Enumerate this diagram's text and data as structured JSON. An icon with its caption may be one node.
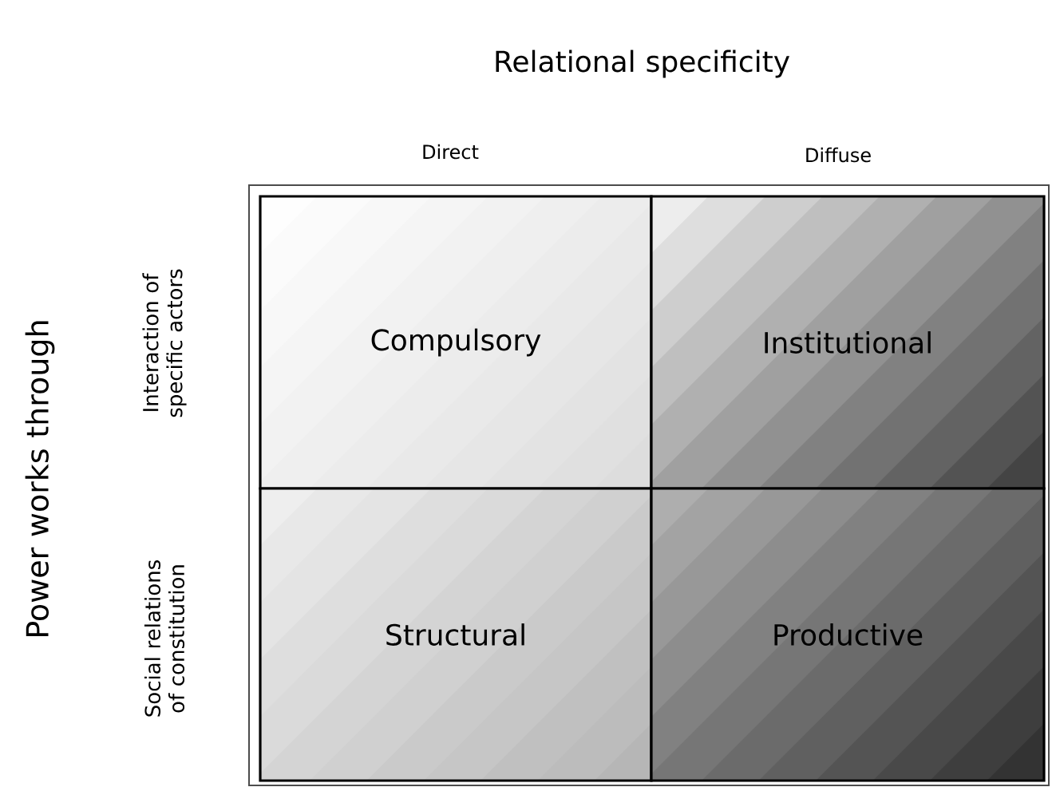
{
  "diagram": {
    "nodes": [
      {
        "text": [
          "Compulsory"
        ]
      },
      {
        "text": [
          "Institutional"
        ]
      },
      {
        "text": [
          "Structural"
        ]
      },
      {
        "text": [
          "Productive"
        ]
      }
    ],
    "labels": [
      "Relational specificity",
      "Direct",
      "Diffuse",
      "Power works through",
      "Interaction of specific actors",
      "Social relations of constitution"
    ]
  }
}
